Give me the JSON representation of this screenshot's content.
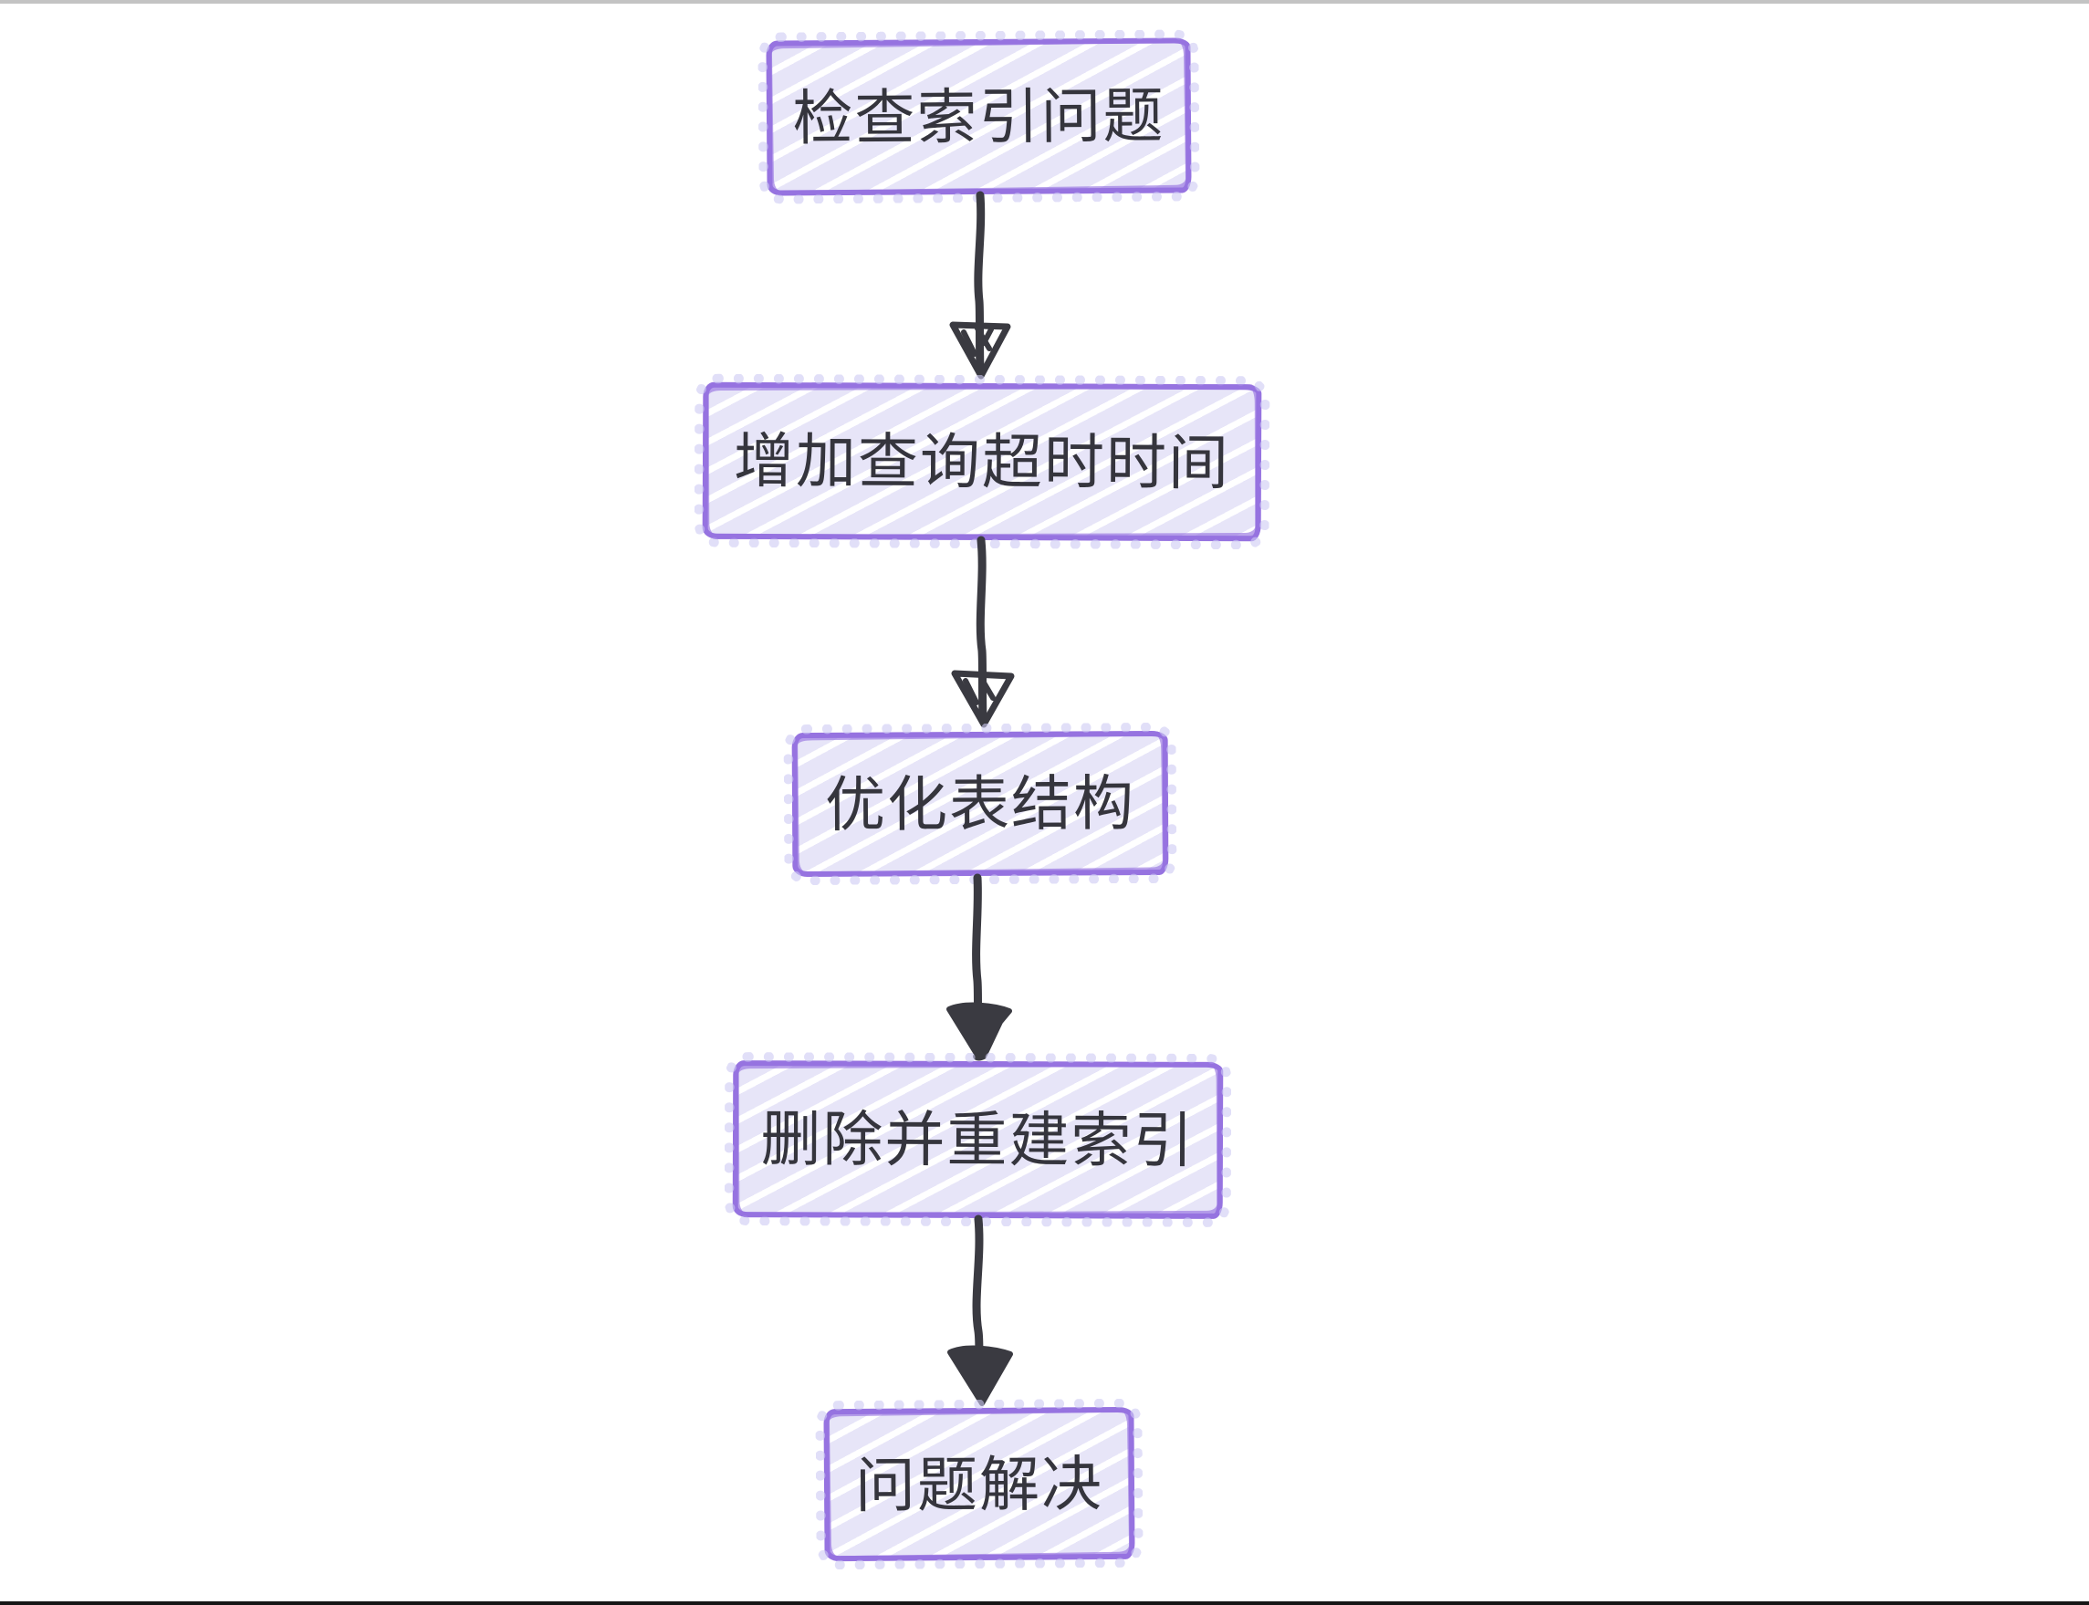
{
  "canvas": {
    "background": "#ffffff",
    "top_strip_color": "#c3c3c3",
    "bottom_strip_color": "#161616"
  },
  "flowchart": {
    "type": "flowchart",
    "direction": "top-down",
    "theme": "hand-drawn-sketch",
    "style": {
      "node_border_color": "#9673e0",
      "node_fill_color": "#e7e5f8",
      "node_hatch_color": "#ffffff",
      "node_text_color": "#35353d",
      "arrow_color": "#3a3a41"
    },
    "nodes": [
      {
        "id": "check-index-issue",
        "label": "检查索引问题"
      },
      {
        "id": "increase-query-timeout",
        "label": "增加查询超时时间"
      },
      {
        "id": "optimize-table-structure",
        "label": "优化表结构"
      },
      {
        "id": "drop-and-rebuild-index",
        "label": "删除并重建索引"
      },
      {
        "id": "problem-solved",
        "label": "问题解决"
      }
    ],
    "edges": [
      {
        "from": "check-index-issue",
        "to": "increase-query-timeout",
        "arrowhead": "hatched-triangle"
      },
      {
        "from": "increase-query-timeout",
        "to": "optimize-table-structure",
        "arrowhead": "hatched-triangle"
      },
      {
        "from": "optimize-table-structure",
        "to": "drop-and-rebuild-index",
        "arrowhead": "solid-scribble-triangle"
      },
      {
        "from": "drop-and-rebuild-index",
        "to": "problem-solved",
        "arrowhead": "solid-triangle"
      }
    ]
  }
}
